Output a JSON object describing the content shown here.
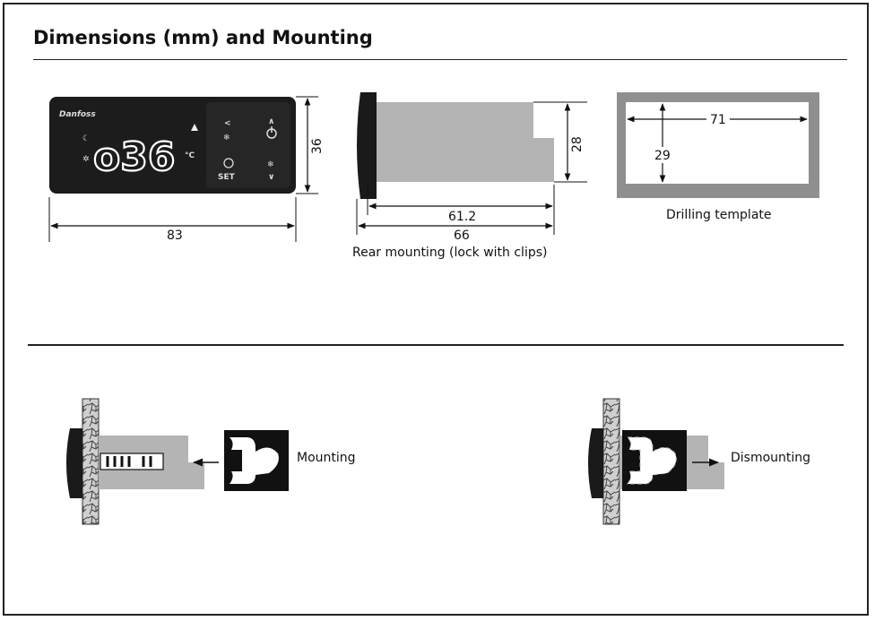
{
  "title": "Dimensions (mm) and Mounting",
  "front": {
    "brand": "Danfoss",
    "display": "o36",
    "set_label": "SET",
    "width": "83",
    "height": "36"
  },
  "side": {
    "depth_inner": "61.2",
    "depth_total": "66",
    "height": "28",
    "caption": "Rear mounting (lock with clips)"
  },
  "drilling": {
    "width": "71",
    "height": "29",
    "caption": "Drilling template"
  },
  "mounting_label": "Mounting",
  "dismounting_label": "Dismounting",
  "colors": {
    "device_body": "#b4b4b4",
    "panel_face": "#1c1c1c",
    "drill_frame": "#8f8f8f"
  }
}
